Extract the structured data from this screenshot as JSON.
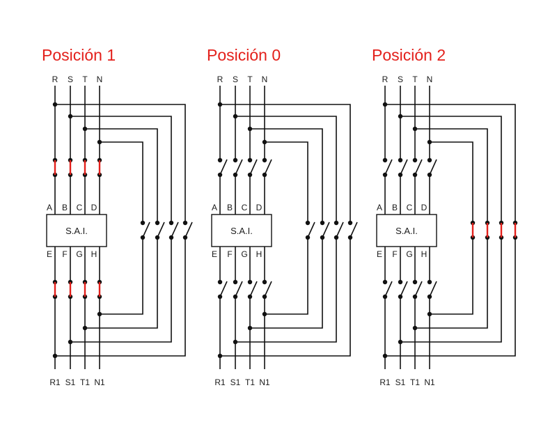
{
  "diagram": {
    "description": "UPS (S.A.I.) bypass changeover switch positions",
    "colors": {
      "title": "#e3201b",
      "closed_contact": "#e3201b",
      "wire": "#111111"
    },
    "input_labels": [
      "R",
      "S",
      "T",
      "N"
    ],
    "output_labels": [
      "R1",
      "S1",
      "T1",
      "N1"
    ],
    "sai_top_labels": [
      "A",
      "B",
      "C",
      "D"
    ],
    "sai_bottom_labels": [
      "E",
      "F",
      "G",
      "H"
    ],
    "sai_label": "S.A.I.",
    "panels": [
      {
        "title": "Posición 1",
        "input_switch": "closed",
        "bypass_switch": "open",
        "output_switch": "closed"
      },
      {
        "title": "Posición 0",
        "input_switch": "open",
        "bypass_switch": "open",
        "output_switch": "open"
      },
      {
        "title": "Posición 2",
        "input_switch": "open",
        "bypass_switch": "closed",
        "output_switch": "open"
      }
    ]
  }
}
